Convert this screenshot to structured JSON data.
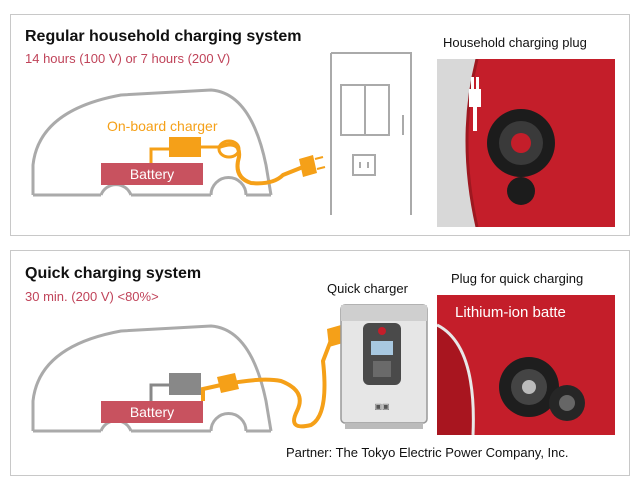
{
  "household": {
    "title": "Regular household charging system",
    "subtitle": "14 hours (100 V) or 7 hours (200 V)",
    "charger_label": "On-board charger",
    "battery_label": "Battery",
    "plug_caption": "Household charging plug"
  },
  "quick": {
    "title": "Quick charging system",
    "subtitle": "30 min. (200 V) <80%>",
    "charger_caption": "Quick charger",
    "battery_label": "Battery",
    "plug_caption": "Plug for quick charging",
    "photo_text": "Lithium-ion batte",
    "partner": "Partner: The Tokyo Electric Power Company, Inc."
  },
  "colors": {
    "cable_orange": "#f5a018",
    "battery_red": "#c8525f",
    "car_red": "#c41e2a",
    "subtitle_pink": "#c0445a",
    "outline_gray": "#aaaaaa"
  }
}
